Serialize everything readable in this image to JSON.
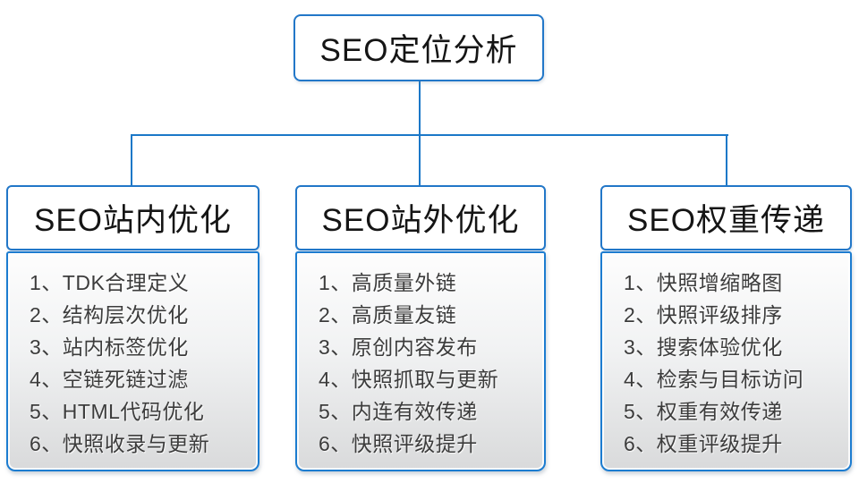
{
  "diagram": {
    "root": {
      "title": "SEO定位分析"
    },
    "columns": [
      {
        "title": "SEO站内优化",
        "items": [
          "1、TDK合理定义",
          "2、结构层次优化",
          "3、站内标签优化",
          "4、空链死链过滤",
          "5、HTML代码优化",
          "6、快照收录与更新"
        ]
      },
      {
        "title": "SEO站外优化",
        "items": [
          "1、高质量外链",
          "2、高质量友链",
          "3、原创内容发布",
          "4、快照抓取与更新",
          "5、内连有效传递",
          "6、快照评级提升"
        ]
      },
      {
        "title": "SEO权重传递",
        "items": [
          "1、快照增缩略图",
          "2、快照评级排序",
          "3、搜索体验优化",
          "4、检索与目标访问",
          "5、权重有效传递",
          "6、权重评级提升"
        ]
      }
    ],
    "colors": {
      "box_border_blue": "#2277c8",
      "list_border_blue": "#1c7cd0",
      "connector_blue": "#1b78c8",
      "list_gradient_top": "#fdfdfd",
      "list_gradient_bottom": "#d9dadb",
      "header_text": "#151515",
      "item_text": "#3c3c3c"
    }
  }
}
